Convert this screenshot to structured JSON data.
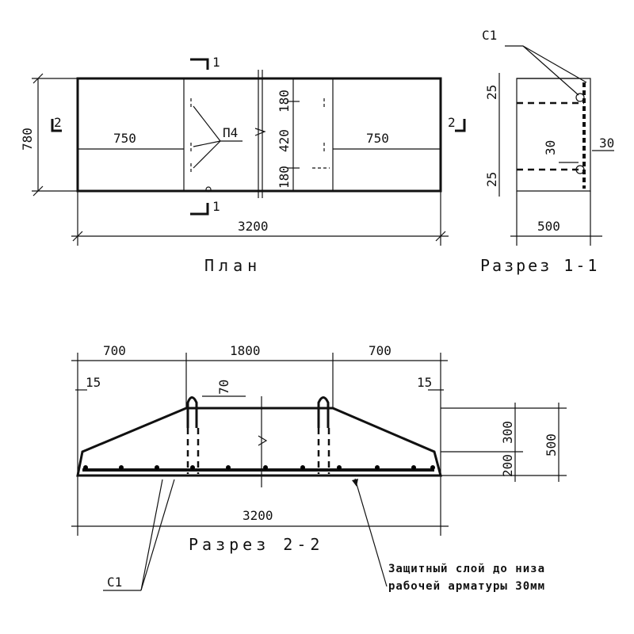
{
  "plan": {
    "title": "План",
    "dim_total": "3200",
    "dim_height": "780",
    "dim_left_bay": "750",
    "dim_right_bay": "750",
    "dim_top_offset": "180",
    "dim_mid": "420",
    "dim_bottom_offset": "180",
    "loop_label": "П4",
    "section_mark_1": "1",
    "section_mark_2": "2"
  },
  "section_1_1": {
    "title": "Разрез 1-1",
    "bar_label": "С1",
    "dim_width": "500",
    "dim_top": "25",
    "dim_bottom": "25",
    "dim_cover_right": "30",
    "dim_cover_inner": "30"
  },
  "section_2_2": {
    "title": "Разрез 2-2",
    "dim_left": "700",
    "dim_mid": "1800",
    "dim_right": "700",
    "dim_edge_left": "15",
    "dim_edge_right": "15",
    "dim_loop": "70",
    "dim_upper": "300",
    "dim_lower": "200",
    "dim_total_height": "500",
    "dim_total_length": "3200",
    "bar_label": "С1",
    "note_line1": "Защитный слой до низа",
    "note_line2": "рабочей арматуры 30мм"
  }
}
